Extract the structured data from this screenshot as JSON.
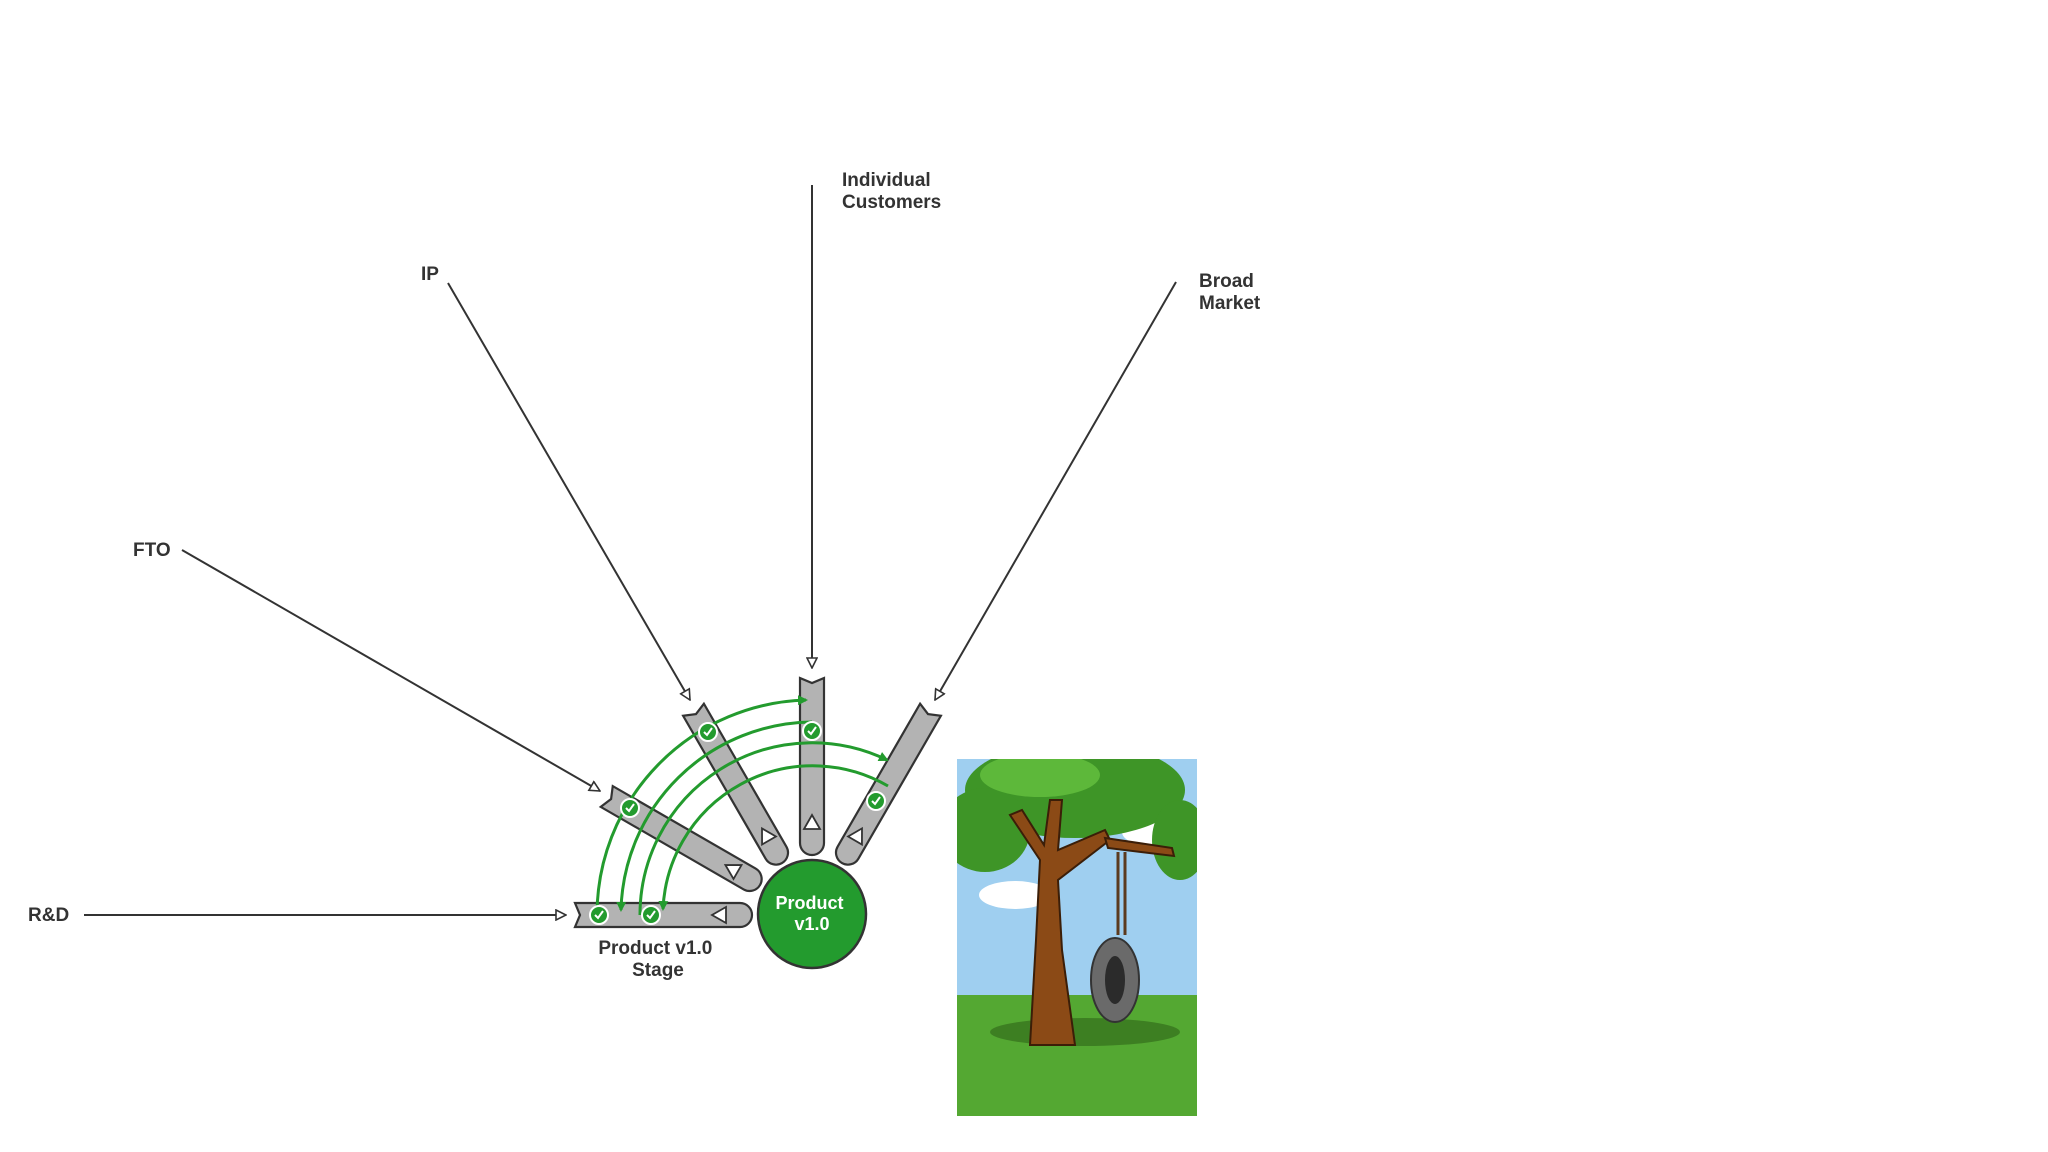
{
  "diagram": {
    "inputs": [
      {
        "id": "rd",
        "label": [
          "R&D"
        ]
      },
      {
        "id": "fto",
        "label": [
          "FTO"
        ]
      },
      {
        "id": "ip",
        "label": [
          "IP"
        ]
      },
      {
        "id": "customers",
        "label": [
          "Individual",
          "Customers"
        ]
      },
      {
        "id": "market",
        "label": [
          "Broad",
          "Market"
        ]
      }
    ],
    "stage_label": [
      "Product v1.0",
      "Stage"
    ],
    "center_label": [
      "Product",
      "v1.0"
    ]
  },
  "illustration": {
    "icon": "tree-tire-swing-illustration"
  },
  "colors": {
    "accent_green": "#239b2e",
    "tube_gray": "#b3b3b3",
    "line_dark": "#333333"
  }
}
